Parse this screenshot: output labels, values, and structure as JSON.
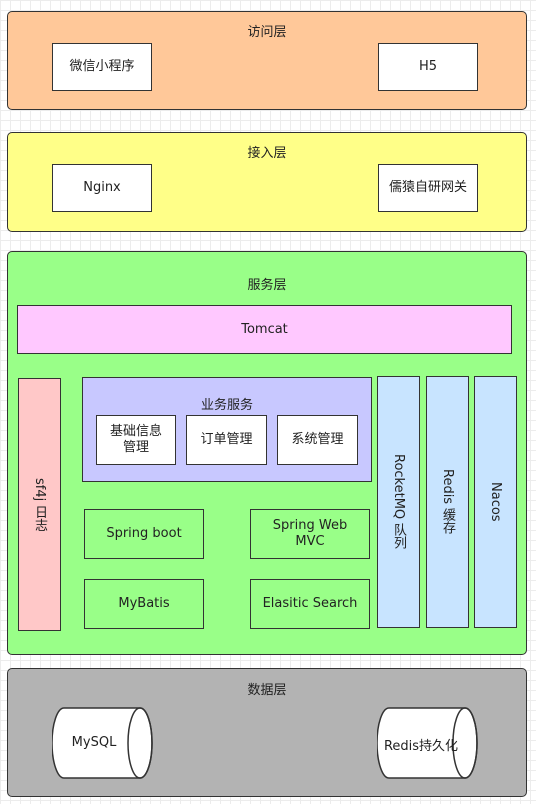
{
  "access_layer": {
    "title": "访问层",
    "items": [
      "微信小程序",
      "H5"
    ],
    "color": "#ffc899"
  },
  "gateway_layer": {
    "title": "接入层",
    "items": [
      "Nginx",
      "儒猿自研网关"
    ],
    "color": "#ffff88"
  },
  "service_layer": {
    "title": "服务层",
    "color": "#99ff88",
    "tomcat": "Tomcat",
    "log": "sf4j 日志",
    "business": {
      "title": "业务服务",
      "items": [
        "基础信息\n管理",
        "订单管理",
        "系统管理"
      ]
    },
    "frameworks": [
      "Spring boot",
      "Spring Web\nMVC",
      "MyBatis",
      "Elasitic Search"
    ],
    "middleware": [
      "RocketMQ 队列",
      "Redis 缓存",
      "Nacos"
    ]
  },
  "data_layer": {
    "title": "数据层",
    "color": "#b3b3b3",
    "stores": [
      "MySQL",
      "Redis持久化"
    ]
  }
}
